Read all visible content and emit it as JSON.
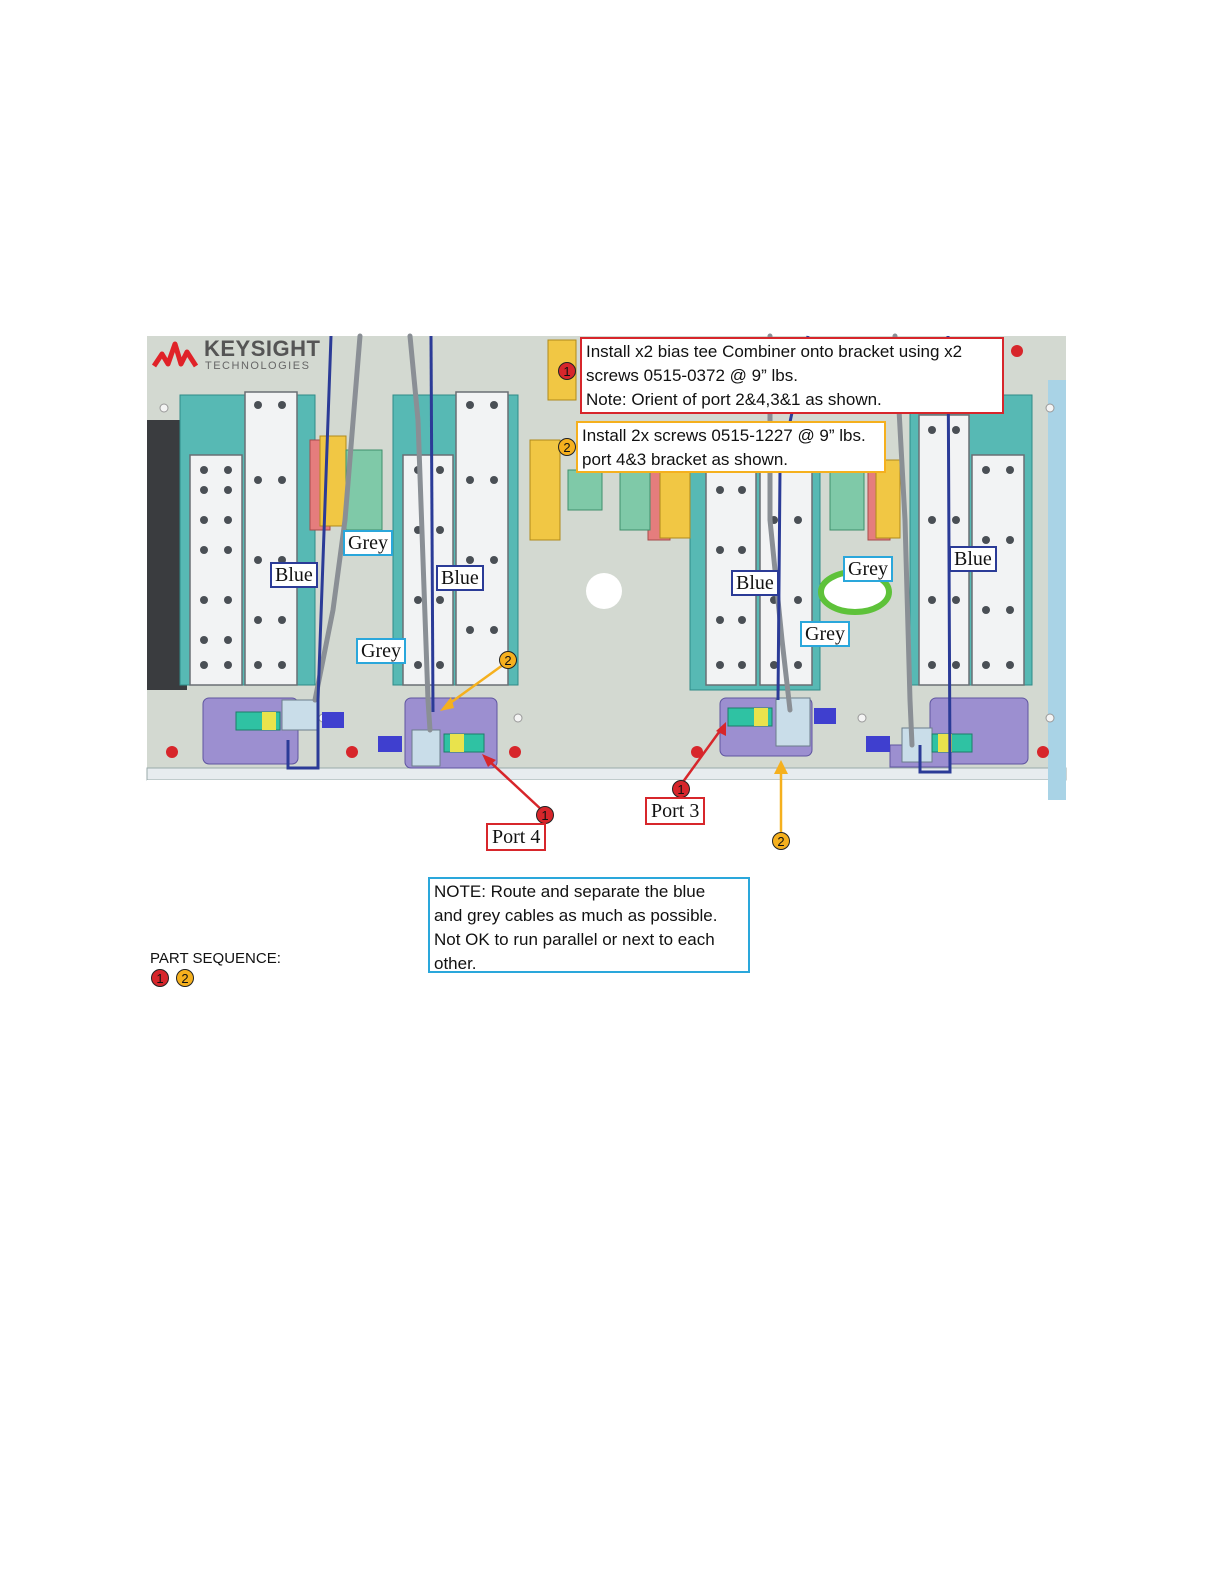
{
  "logo": {
    "name": "KEYSIGHT",
    "sub": "TECHNOLOGIES"
  },
  "callouts": {
    "step1": {
      "lines": [
        "Install x2 bias tee Combiner onto bracket using x2",
        "screws 0515-0372 @ 9” lbs.",
        "Note: Orient of  port 2&4,3&1 as shown."
      ]
    },
    "step2": {
      "lines": [
        "Install 2x screws 0515-1227 @ 9” lbs.",
        " port 4&3  bracket as shown."
      ]
    },
    "note": {
      "lines": [
        "NOTE: Route and separate the blue",
        "and grey cables as much as possible.",
        "Not OK to run parallel or next to each",
        "other."
      ]
    }
  },
  "cable_labels": {
    "blue1": "Blue",
    "grey1": "Grey",
    "grey2": "Grey",
    "blue2": "Blue",
    "blue3": "Blue",
    "grey3": "Grey",
    "grey4": "Grey",
    "blue4": "Blue"
  },
  "ports": {
    "port4": "Port 4",
    "port3": "Port 3"
  },
  "badges": {
    "one": "1",
    "two": "2"
  },
  "part_sequence": {
    "label": "PART SEQUENCE:",
    "step1": "1",
    "step2": "2"
  },
  "colors": {
    "red": "#d7262b",
    "orange": "#f5b01e",
    "cyan": "#2aa7db",
    "blue_cable": "#2b3b97",
    "grey_cable": "#8a8f95",
    "plate": "#d2d8d0"
  }
}
